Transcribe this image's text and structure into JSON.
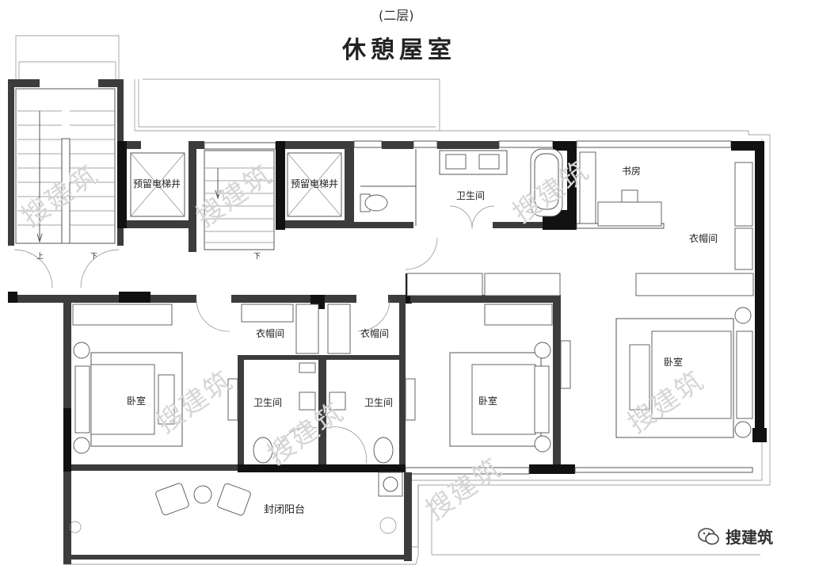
{
  "header": {
    "floor_label": "(二层)",
    "title": "休憩屋室"
  },
  "rooms": {
    "elevator_left": "预留电梯井",
    "elevator_right": "预留电梯井",
    "bath_top": "卫生间",
    "study": "书房",
    "closet_top_right": "衣帽间",
    "closet_mid_left": "衣帽间",
    "closet_mid_right": "衣帽间",
    "bedroom_left": "卧室",
    "bath_mid_left": "卫生间",
    "bath_mid_right": "卫生间",
    "bedroom_mid": "卧室",
    "bedroom_right": "卧室",
    "balcony": "封闭阳台"
  },
  "stairs": {
    "left_up": "上",
    "left_down": "下",
    "center_down": "下"
  },
  "watermark": {
    "text": "搜建筑",
    "logo_text": "搜建筑"
  }
}
